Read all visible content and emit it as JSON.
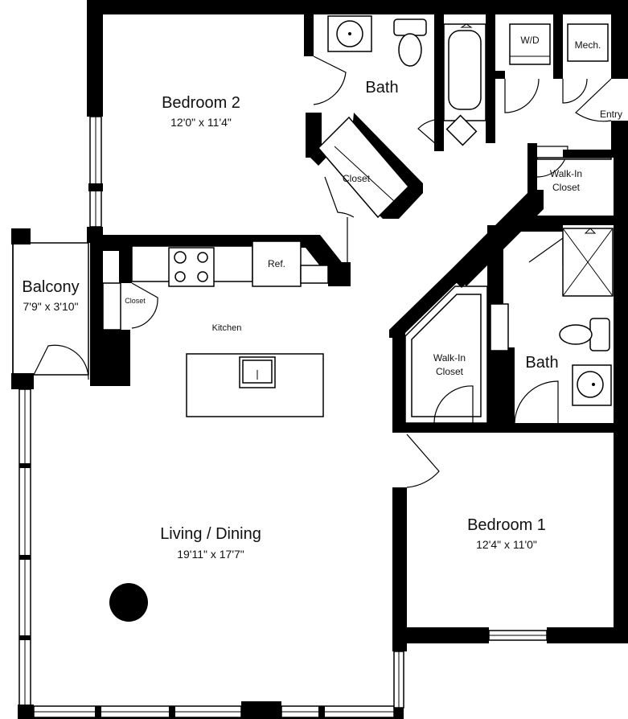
{
  "rooms": {
    "bedroom2": {
      "name": "Bedroom 2",
      "dims": "12'0\" x 11'4\""
    },
    "bath_upper": {
      "name": "Bath"
    },
    "wd": {
      "name": "W/D"
    },
    "mech": {
      "name": "Mech."
    },
    "entry": {
      "name": "Entry"
    },
    "closet_bed2": {
      "name": "Closet"
    },
    "walkin_upper": {
      "line1": "Walk-In",
      "line2": "Closet"
    },
    "balcony": {
      "name": "Balcony",
      "dims": "7'9\" x 3'10\""
    },
    "closet_small": {
      "name": "Closet"
    },
    "fridge": {
      "name": "Ref."
    },
    "kitchen": {
      "name": "Kitchen"
    },
    "walkin_lower": {
      "line1": "Walk-In",
      "line2": "Closet"
    },
    "bath_lower": {
      "name": "Bath"
    },
    "living": {
      "name": "Living / Dining",
      "dims": "19'11\" x 17'7\""
    },
    "bedroom1": {
      "name": "Bedroom 1",
      "dims": "12'4\" x 11'0\""
    }
  }
}
